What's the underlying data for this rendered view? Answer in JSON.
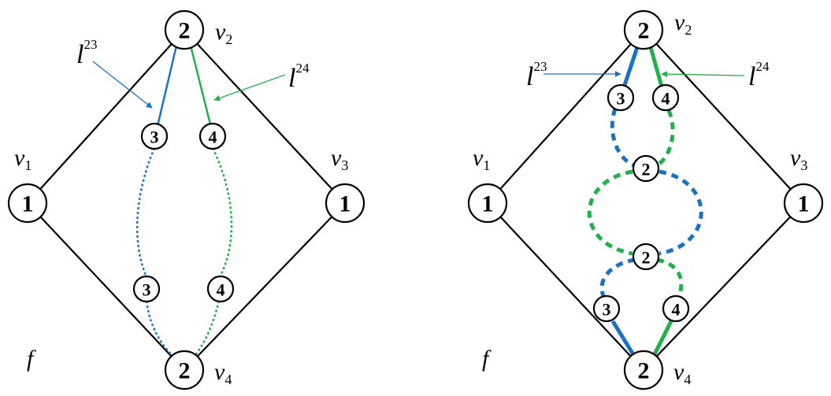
{
  "colors": {
    "blue": "#1a73c2",
    "green": "#22b04b",
    "black": "#000000"
  },
  "left": {
    "v1": {
      "label": "1",
      "name": "v",
      "sub": "1"
    },
    "v2": {
      "label": "2",
      "name": "v",
      "sub": "2"
    },
    "v3": {
      "label": "1",
      "name": "v",
      "sub": "3"
    },
    "v4": {
      "label": "2",
      "name": "v",
      "sub": "4"
    },
    "blue_upper": "3",
    "green_upper": "4",
    "blue_lower": "3",
    "green_lower": "4",
    "l23": {
      "name": "l",
      "sup": "23"
    },
    "l24": {
      "name": "l",
      "sup": "24"
    },
    "face": "f"
  },
  "right": {
    "v1": {
      "label": "1",
      "name": "v",
      "sub": "1"
    },
    "v2": {
      "label": "2",
      "name": "v",
      "sub": "2"
    },
    "v3": {
      "label": "1",
      "name": "v",
      "sub": "3"
    },
    "v4": {
      "label": "2",
      "name": "v",
      "sub": "4"
    },
    "blue_upper": "3",
    "green_upper": "4",
    "mid_top": "2",
    "mid_bottom": "2",
    "blue_lower": "3",
    "green_lower": "4",
    "l23": {
      "name": "l",
      "sup": "23"
    },
    "l24": {
      "name": "l",
      "sup": "24"
    },
    "face": "f"
  }
}
